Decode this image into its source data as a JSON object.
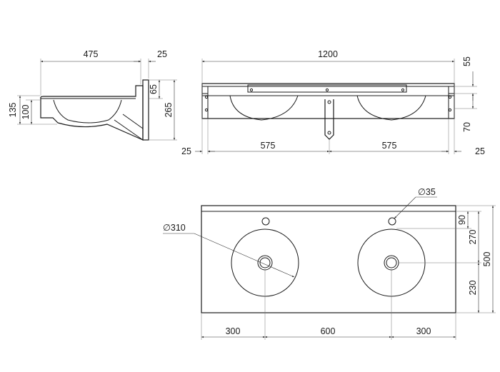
{
  "side_view": {
    "depth": "475",
    "wall_plate": "25",
    "bowl_depth": "100",
    "rim_height": "135",
    "upstand": "65",
    "bracket_height": "265"
  },
  "front_view": {
    "width": "1200",
    "top_offset": "55",
    "bracket_drop": "70",
    "edge_left": "25",
    "center_left": "575",
    "center_right": "575",
    "edge_right": "25"
  },
  "plan_view": {
    "tap_hole": "35",
    "bowl_diameter": "310",
    "tap_offset": "90",
    "drain_offset": "270",
    "total_depth": "500",
    "front_to_drain": "230",
    "left_to_bowl": "300",
    "bowl_spacing": "600",
    "bowl_to_right": "300",
    "diameter_symbol": "∅"
  }
}
